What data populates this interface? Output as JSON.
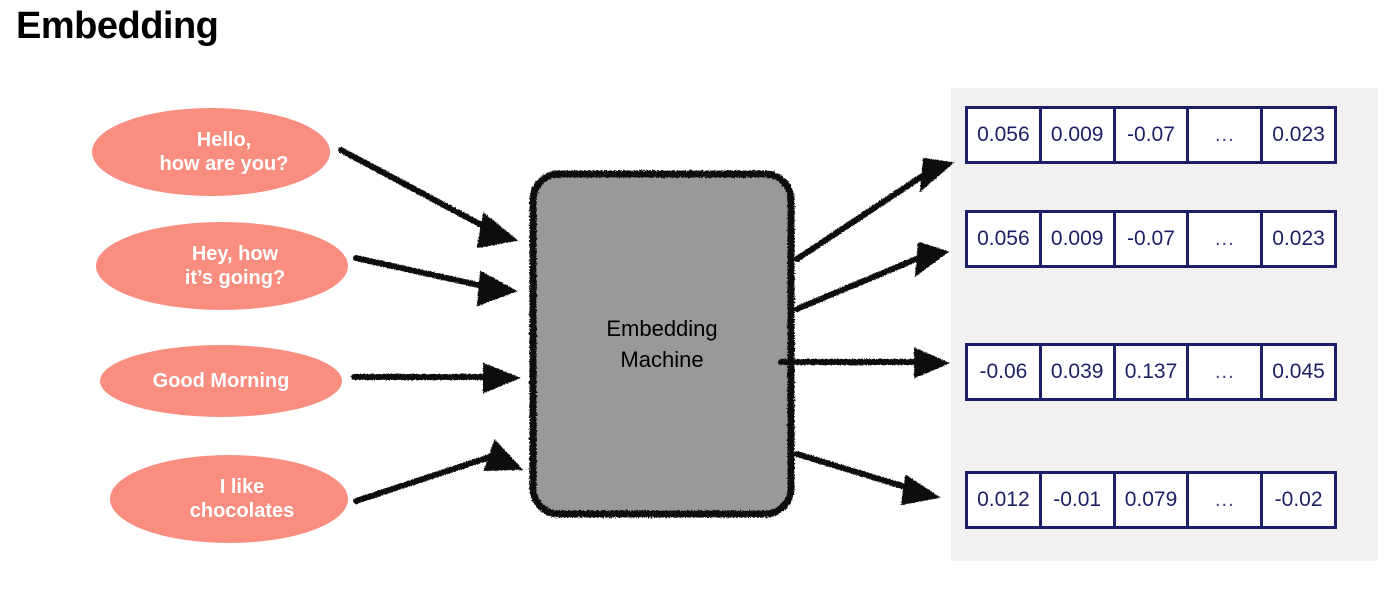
{
  "page": {
    "title": "Embedding",
    "background_color": "#ffffff"
  },
  "colors": {
    "ellipse_fill": "#f98d80",
    "ellipse_text": "#ffffff",
    "machine_fill": "#999999",
    "machine_border": "#000000",
    "vector_border": "#1d1f66",
    "vector_text": "#1d1f66",
    "panel_background": "#f1f1f1",
    "arrow": "#111111"
  },
  "inputs": [
    {
      "id": "hello-how-are-you",
      "lines": [
        "Hello,",
        "how are you?"
      ]
    },
    {
      "id": "hey-how-its-going",
      "lines": [
        "Hey, how",
        "it’s going?"
      ]
    },
    {
      "id": "good-morning",
      "lines": [
        "Good Morning"
      ]
    },
    {
      "id": "i-like-chocolates",
      "lines": [
        "I like",
        "chocolates"
      ]
    }
  ],
  "machine": {
    "lines": [
      "Embedding",
      "Machine"
    ]
  },
  "vectors": [
    {
      "id": "vector-0",
      "cells": [
        "0.056",
        "0.009",
        "-0.07",
        "...",
        "0.023"
      ]
    },
    {
      "id": "vector-1",
      "cells": [
        "0.056",
        "0.009",
        "-0.07",
        "...",
        "0.023"
      ]
    },
    {
      "id": "vector-2",
      "cells": [
        "-0.06",
        "0.039",
        "0.137",
        "...",
        "0.045"
      ]
    },
    {
      "id": "vector-3",
      "cells": [
        "0.012",
        "-0.01",
        "0.079",
        "...",
        "-0.02"
      ]
    }
  ],
  "arrows": {
    "inbound_count": 4,
    "outbound_count": 4
  }
}
